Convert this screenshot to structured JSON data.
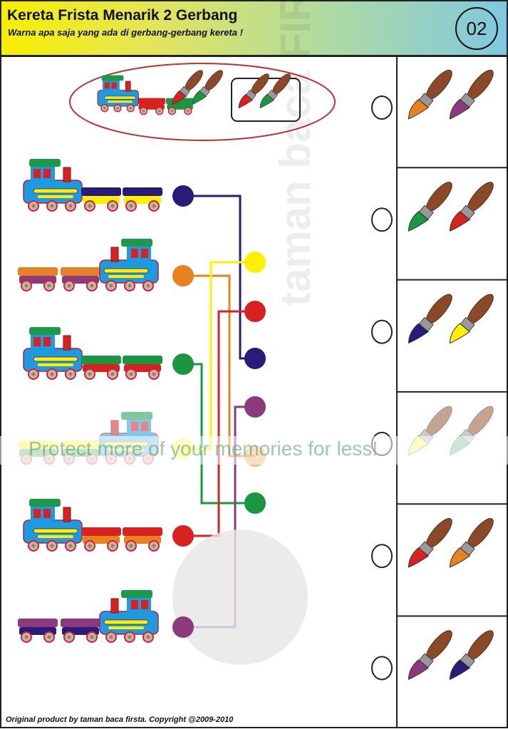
{
  "header": {
    "title": "Kereta Frista Menarik 2 Gerbang",
    "subtitle": "Warna apa saja yang ada di gerbang-gerbang kereta !",
    "page_number": "02"
  },
  "footer": "Original product by taman baca firsta. Copyright @2009-2010",
  "watermark_vertical": "taman baca FIRSTA",
  "watermark_banner": "Protect more of your memories for less!",
  "colors": {
    "navy": "#2a1a7a",
    "yellow": "#fff000",
    "orange": "#e8811f",
    "purple": "#8b3a7e",
    "green": "#1a9640",
    "red": "#d8221f"
  },
  "example": {
    "car_colors": [
      [
        "red",
        "red"
      ],
      [
        "green",
        "green"
      ]
    ],
    "brushes": [
      "red",
      "green"
    ]
  },
  "rows": [
    {
      "engine_side": "left",
      "cars": [
        [
          "navy",
          "yellow"
        ],
        [
          "navy",
          "yellow"
        ]
      ],
      "dot": "navy"
    },
    {
      "engine_side": "right",
      "cars": [
        [
          "orange",
          "purple"
        ],
        [
          "orange",
          "purple"
        ]
      ],
      "dot": "orange"
    },
    {
      "engine_side": "left",
      "cars": [
        [
          "green",
          "red"
        ],
        [
          "green",
          "red"
        ]
      ],
      "dot": "green"
    },
    {
      "engine_side": "right",
      "cars": [
        [
          "yellow",
          "green"
        ],
        [
          "yellow",
          "green"
        ]
      ],
      "dot": "yellow",
      "faded": true
    },
    {
      "engine_side": "left",
      "cars": [
        [
          "red",
          "orange"
        ],
        [
          "red",
          "orange"
        ]
      ],
      "dot": "red"
    },
    {
      "engine_side": "right",
      "cars": [
        [
          "purple",
          "navy"
        ],
        [
          "purple",
          "navy"
        ]
      ],
      "dot": "purple"
    }
  ],
  "right_dots": [
    "yellow",
    "red",
    "navy",
    "purple",
    "orange",
    "green"
  ],
  "answer_options": [
    {
      "brushes": [
        "orange",
        "purple"
      ]
    },
    {
      "brushes": [
        "green",
        "red"
      ]
    },
    {
      "brushes": [
        "navy",
        "yellow"
      ]
    },
    {
      "brushes": [
        "yellow",
        "green"
      ],
      "faded": true
    },
    {
      "brushes": [
        "red",
        "orange"
      ]
    },
    {
      "brushes": [
        "purple",
        "navy"
      ]
    }
  ]
}
